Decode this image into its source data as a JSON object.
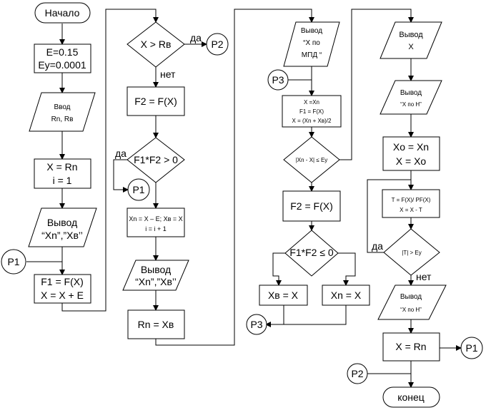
{
  "nodes": {
    "start": "Начало",
    "init": [
      "E=0.15",
      "Ey=0.0001"
    ],
    "input": [
      "Ввод",
      "Rn, Rв"
    ],
    "setx": [
      "X = Rn",
      "i = 1"
    ],
    "out1": [
      "Вывод",
      "“Xn”,”Xв’’"
    ],
    "calc1": [
      "F1 = F(X)",
      "X = X + E"
    ],
    "cond1": "X > Rв",
    "f2a": "F2 = F(X)",
    "cond2": "F1*F2 > 0",
    "upd": [
      "Xn = X – E; Xв = X",
      "i = i + 1"
    ],
    "out2": [
      "Вывод",
      "“Xn”,”Xв’’"
    ],
    "rn": "Rn = Xв",
    "out3": [
      "Вывод",
      "“X по",
      "МПД “"
    ],
    "mpd": [
      "X =Xn",
      "F1 = F(X)",
      "X = (Xn + Xв)/2"
    ],
    "cond3": "|Xn - X| ≤ Ey",
    "f2b": "F2 = F(X)",
    "cond4": "F1*F2 ≤ 0",
    "xb": "Xв = X",
    "xn": "Xn = X",
    "out4": [
      "Вывод",
      "X"
    ],
    "out5": [
      "Вывод",
      "“X по Н”"
    ],
    "xo": [
      "Xo = Xn",
      "X = Xo"
    ],
    "newton": [
      "T = F(X)/ PF(X)",
      "X = X - T"
    ],
    "cond5": "|T|  > Ey",
    "out6": [
      "Вывод",
      "“X по Н”"
    ],
    "xrn": "X = Rn",
    "end": "конец"
  },
  "connectors": {
    "p1_left": "P1",
    "p1_mid": "P1",
    "p2_top": "P2",
    "p2_bottom": "P2",
    "p3_top": "P3",
    "p3_bottom": "P3",
    "p1_right": "P1"
  },
  "labels": {
    "yes1": "да",
    "no1": "нет",
    "yes2": "да",
    "yes3": "да",
    "no3": "нет"
  }
}
